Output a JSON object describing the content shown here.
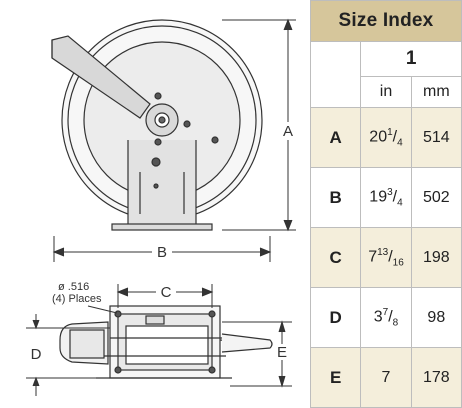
{
  "table": {
    "title": "Size Index",
    "group": "1",
    "units": [
      "in",
      "mm"
    ],
    "rows": [
      {
        "label": "A",
        "in_whole": "20",
        "in_num": "1",
        "in_den": "4",
        "mm": "514"
      },
      {
        "label": "B",
        "in_whole": "19",
        "in_num": "3",
        "in_den": "4",
        "mm": "502"
      },
      {
        "label": "C",
        "in_whole": "7",
        "in_num": "13",
        "in_den": "16",
        "mm": "198"
      },
      {
        "label": "D",
        "in_whole": "3",
        "in_num": "7",
        "in_den": "8",
        "mm": "98"
      },
      {
        "label": "E",
        "in_whole": "7",
        "in_num": "",
        "in_den": "",
        "mm": "178"
      }
    ]
  },
  "drawing": {
    "dim_a": "A",
    "dim_b": "B",
    "dim_c": "C",
    "dim_d": "D",
    "dim_e": "E",
    "hole_note_1": "ø .516",
    "hole_note_2": "(4) Places"
  },
  "colors": {
    "header_bg": "#d6c69b",
    "row_shade": "#f4eedb",
    "line": "#333333"
  }
}
